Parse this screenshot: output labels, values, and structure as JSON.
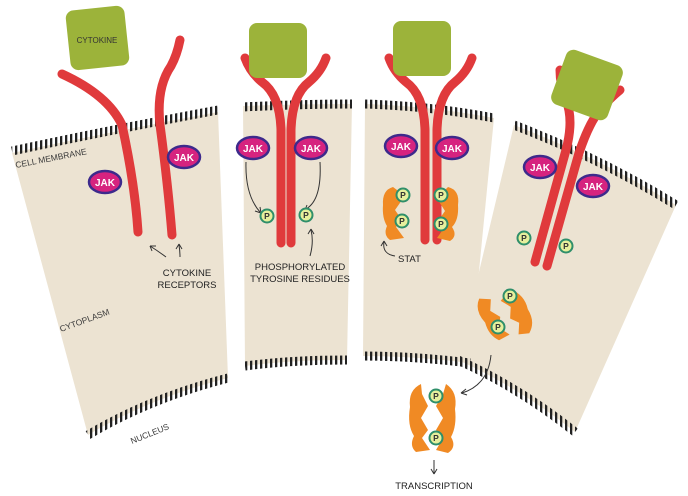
{
  "labels": {
    "cytokine": "CYTOKINE",
    "cell_membrane": "CELL MEMBRANE",
    "cytoplasm": "CYTOPLASM",
    "nucleus": "NUCLEUS",
    "jak": "JAK",
    "phospho": "P",
    "cytokine_receptors_line1": "CYTOKINE",
    "cytokine_receptors_line2": "RECEPTORS",
    "phosphorylated_line1": "PHOSPHORYLATED",
    "phosphorylated_line2": "TYROSINE RESIDUES",
    "stat": "STAT",
    "transcription": "TRANSCRIPTION"
  },
  "colors": {
    "cytoplasm_fill": "#ece3d2",
    "membrane_stripe": "#222222",
    "receptor": "#e03a3c",
    "cytokine": "#9cb33a",
    "jak_fill": "#d6237f",
    "jak_border": "#3d2a8c",
    "stat": "#f08a24",
    "phospho_fill": "#e6ef9c",
    "phospho_border": "#2f8f6a"
  }
}
